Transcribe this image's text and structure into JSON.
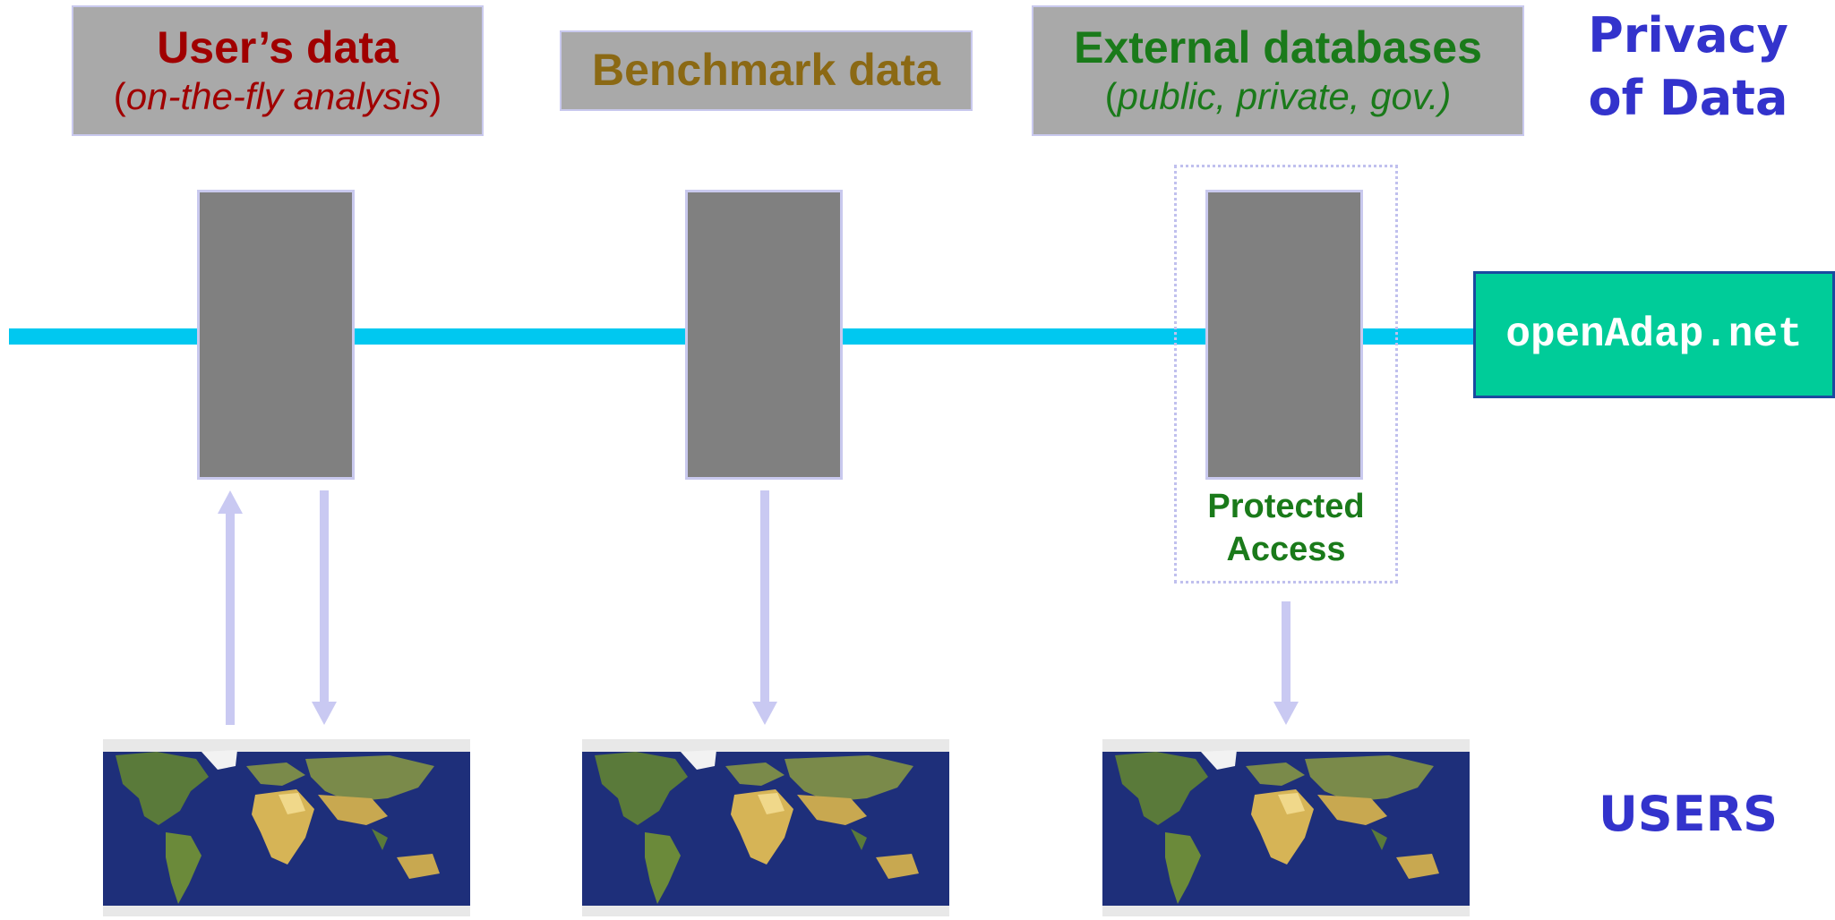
{
  "headers": {
    "users_data": {
      "title": "User’s data",
      "sub_open": "(",
      "sub_italic": "on-the-fly analysis",
      "sub_close": ")"
    },
    "benchmark": {
      "title": "Benchmark data"
    },
    "external": {
      "title": "External databases",
      "sub_open": "(",
      "sub_italic": "public, private, gov.)"
    }
  },
  "side_labels": {
    "privacy_line1": "Privacy",
    "privacy_line2": "of Data",
    "users": "USERS"
  },
  "protected": {
    "line1": "Protected",
    "line2": "Access"
  },
  "network": {
    "label": "openAdap.net"
  },
  "colors": {
    "users_title": "#a00000",
    "benchmark_title": "#8b6914",
    "external_title": "#1a7a1a",
    "side_label": "#3333cc",
    "bus": "#00c8f0",
    "network_box": "#00cc99",
    "arrow": "#c9c9f2"
  },
  "icons": {
    "map": "world-map-icon"
  }
}
